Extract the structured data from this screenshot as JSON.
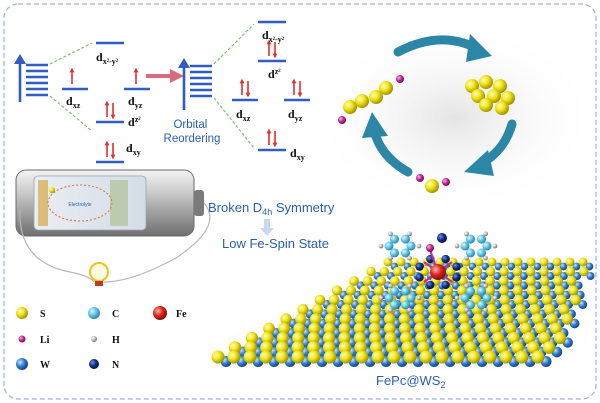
{
  "orbitals": {
    "left": {
      "top": "d",
      "top_sub": "x²-y²",
      "mid_left": "d",
      "mid_left_sub": "xz",
      "mid_right": "d",
      "mid_right_sub": "yz",
      "center": "d",
      "center_sub": "z²",
      "bottom": "d",
      "bottom_sub": "xy"
    },
    "right": {
      "top": "d",
      "top_sub": "x²-y²",
      "z2": "d",
      "z2_sub": "z²",
      "xz": "d",
      "xz_sub": "xz",
      "yz": "d",
      "yz_sub": "yz",
      "bottom": "d",
      "bottom_sub": "xy"
    }
  },
  "reorder": {
    "line1": "Orbital",
    "line2": "Reordering"
  },
  "battery": {
    "electrolyte": "Electrolyte"
  },
  "symmetry": {
    "line1_pre": "Broken D",
    "line1_sub": "4h",
    "line1_post": " Symmetry",
    "line2": "Low Fe-Spin State"
  },
  "material": {
    "pre": "FePc@WS",
    "sub": "2"
  },
  "legend": [
    {
      "symbol": "S",
      "color": "#f2e614"
    },
    {
      "symbol": "C",
      "color": "#5cc6e8"
    },
    {
      "symbol": "Fe",
      "color": "#d9241c"
    },
    {
      "symbol": "Li",
      "color": "#c0289a"
    },
    {
      "symbol": "H",
      "color": "#b4b4b4"
    },
    {
      "symbol": "W",
      "color": "#2f7fd0"
    },
    {
      "symbol": "N",
      "color": "#0e2f8a"
    }
  ],
  "colors": {
    "level": "#2f5dc1",
    "spin_arrow": "#e03030",
    "dashed_line": "#7cc36c",
    "cycle_arrow": "#2c86a6",
    "frame": "#9db8e0",
    "reorder_arrow": "#d86a7c"
  }
}
